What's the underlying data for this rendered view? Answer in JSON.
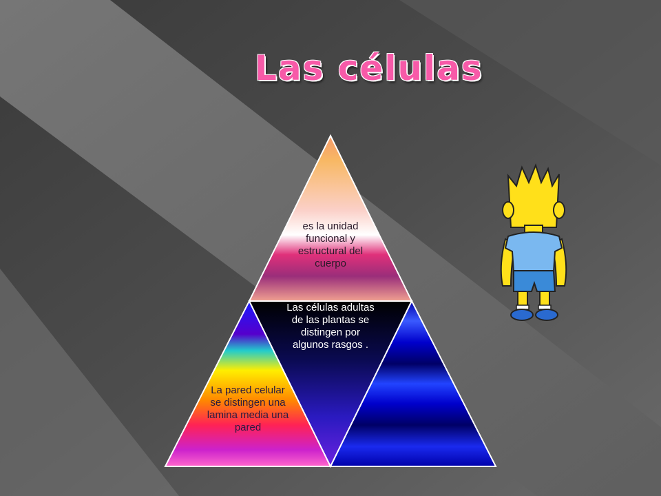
{
  "title": "Las células",
  "pyramid": {
    "top_text": "es la unidad funcional y estructural del cuerpo",
    "middle_text": "Las células adultas de las plantas se distingen por algunos rasgos .",
    "left_text": "La pared celular se distingen una lamina media una pared",
    "right_text": ""
  },
  "colors": {
    "title": "#f75aa8",
    "background": "#4a4a4a",
    "outline": "#ffffff"
  },
  "icons": {
    "character": "cartoon-boy-back-view"
  }
}
